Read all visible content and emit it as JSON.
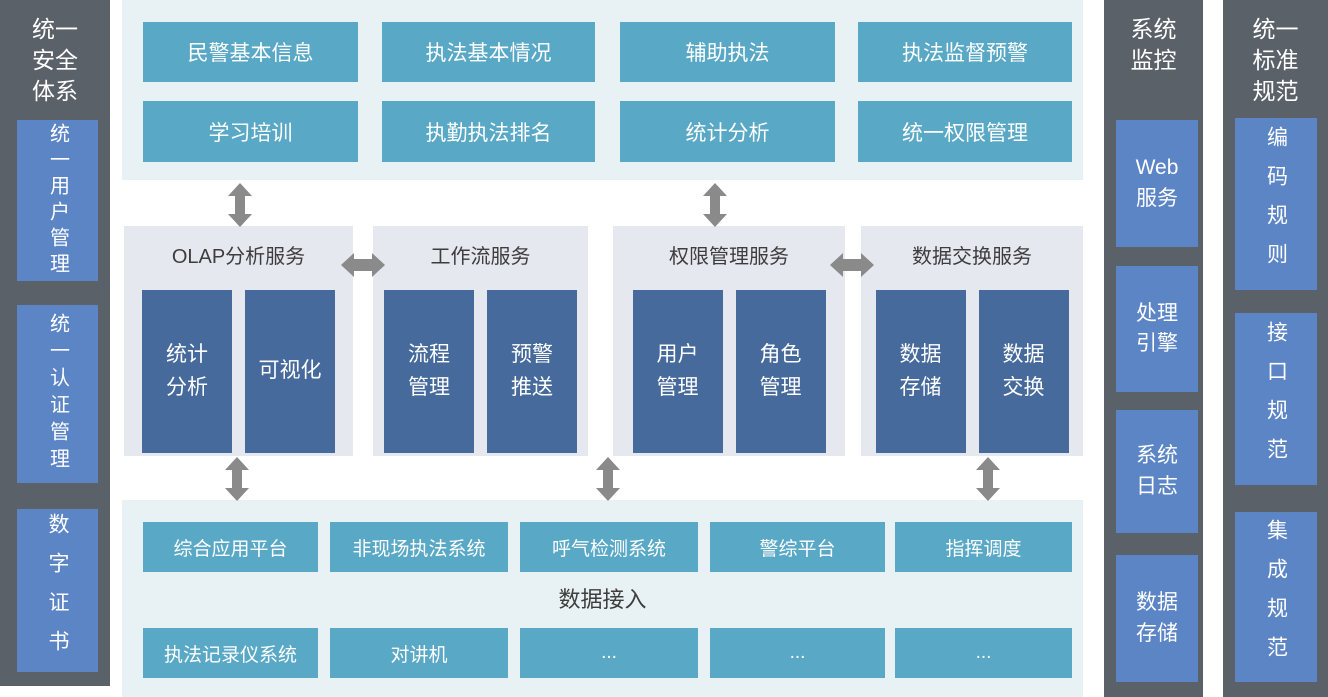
{
  "colors": {
    "sidebar_gray": "#5b6168",
    "sidebar_blue": "#5c85c6",
    "teal_button": "#58a8c6",
    "teal_panel_bg": "#e8f2f5",
    "service_panel_bg": "#e6e8f0",
    "service_box_blue": "#466a9c",
    "arrow_gray": "#8a8a8a",
    "heading_text": "#3d3d3d"
  },
  "security_sidebar": {
    "title": "统一安全体系",
    "items": [
      "统一用户管理",
      "统一认证管理",
      "数字证书"
    ]
  },
  "app_layer": {
    "row1": [
      "民警基本信息",
      "执法基本情况",
      "辅助执法",
      "执法监督预警"
    ],
    "row2": [
      "学习培训",
      "执勤执法排名",
      "统计分析",
      "统一权限管理"
    ]
  },
  "service_layer": {
    "groups": [
      {
        "title": "OLAP分析服务",
        "items": [
          "统计\n分析",
          "可视化"
        ]
      },
      {
        "title": "工作流服务",
        "items": [
          "流程\n管理",
          "预警\n推送"
        ]
      },
      {
        "title": "权限管理服务",
        "items": [
          "用户\n管理",
          "角色\n管理"
        ]
      },
      {
        "title": "数据交换服务",
        "items": [
          "数据\n存储",
          "数据\n交换"
        ]
      }
    ]
  },
  "access_layer": {
    "title": "数据接入",
    "row1": [
      "综合应用平台",
      "非现场执法系统",
      "呼气检测系统",
      "警综平台",
      "指挥调度"
    ],
    "row2": [
      "执法记录仪系统",
      "对讲机",
      "...",
      "...",
      "..."
    ]
  },
  "monitor_sidebar": {
    "title": "系统监控",
    "items": [
      "Web\n服务",
      "处理\n引擎",
      "系统\n日志",
      "数据\n存储"
    ]
  },
  "standards_sidebar": {
    "title": "统一标准规范",
    "items": [
      "编码规则",
      "接口规范",
      "集成规范"
    ]
  }
}
